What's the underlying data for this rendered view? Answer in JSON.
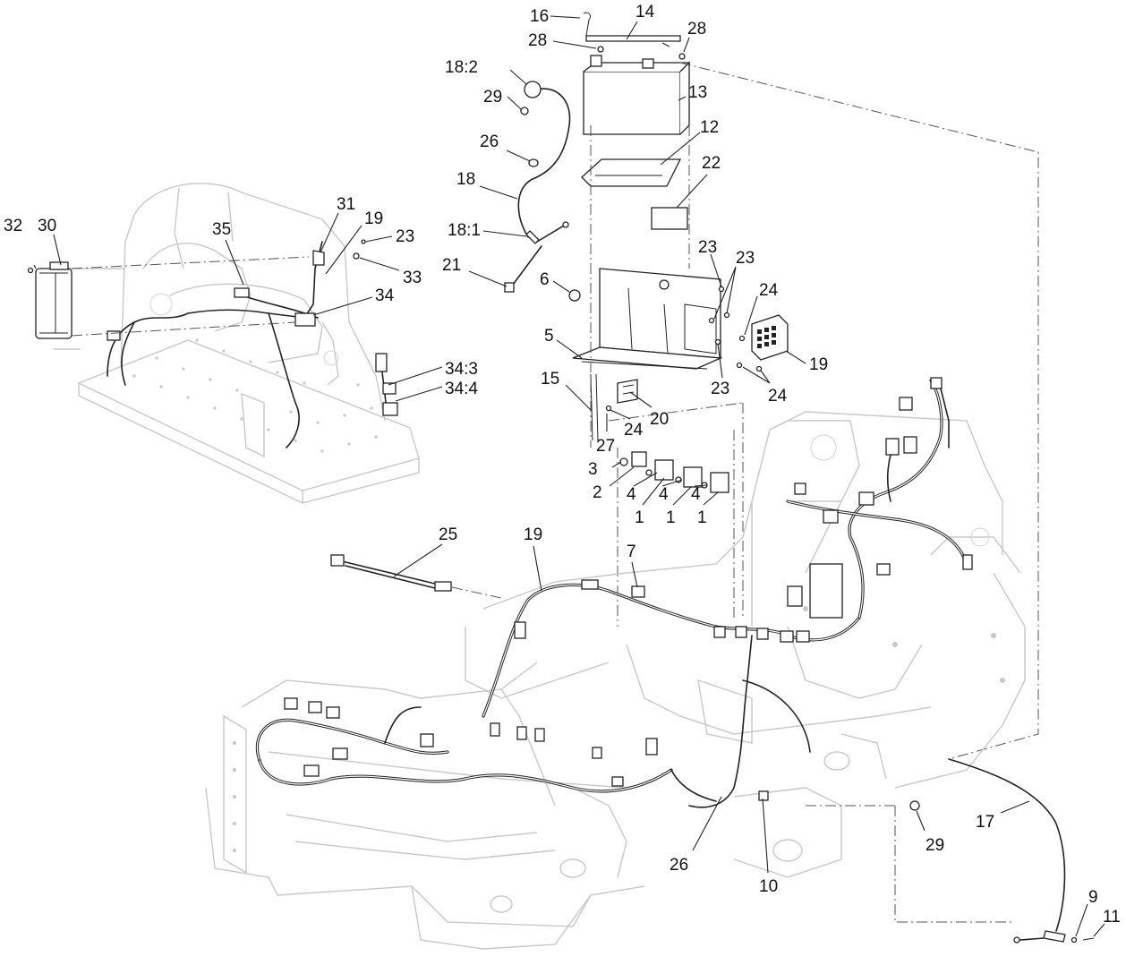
{
  "callouts": [
    {
      "id": "c16",
      "text": "16"
    },
    {
      "id": "c14",
      "text": "14"
    },
    {
      "id": "c28a",
      "text": "28"
    },
    {
      "id": "c28b",
      "text": "28"
    },
    {
      "id": "c18-2",
      "text": "18:2"
    },
    {
      "id": "c29a",
      "text": "29"
    },
    {
      "id": "c13",
      "text": "13"
    },
    {
      "id": "c12",
      "text": "12"
    },
    {
      "id": "c26a",
      "text": "26"
    },
    {
      "id": "c22",
      "text": "22"
    },
    {
      "id": "c18",
      "text": "18"
    },
    {
      "id": "c18-1",
      "text": "18:1"
    },
    {
      "id": "c21",
      "text": "21"
    },
    {
      "id": "c6",
      "text": "6"
    },
    {
      "id": "c23a",
      "text": "23"
    },
    {
      "id": "c23b",
      "text": "23"
    },
    {
      "id": "c24a",
      "text": "24"
    },
    {
      "id": "c5",
      "text": "5"
    },
    {
      "id": "c19a",
      "text": "19"
    },
    {
      "id": "c24b",
      "text": "24"
    },
    {
      "id": "c15",
      "text": "15"
    },
    {
      "id": "c23c",
      "text": "23"
    },
    {
      "id": "c20",
      "text": "20"
    },
    {
      "id": "c24c",
      "text": "24"
    },
    {
      "id": "c27",
      "text": "27"
    },
    {
      "id": "c3",
      "text": "3"
    },
    {
      "id": "c2",
      "text": "2"
    },
    {
      "id": "c4a",
      "text": "4"
    },
    {
      "id": "c4b",
      "text": "4"
    },
    {
      "id": "c4c",
      "text": "4"
    },
    {
      "id": "c1a",
      "text": "1"
    },
    {
      "id": "c1b",
      "text": "1"
    },
    {
      "id": "c1c",
      "text": "1"
    },
    {
      "id": "c32",
      "text": "32"
    },
    {
      "id": "c30",
      "text": "30"
    },
    {
      "id": "c31",
      "text": "31"
    },
    {
      "id": "c19b",
      "text": "19"
    },
    {
      "id": "c35",
      "text": "35"
    },
    {
      "id": "c23d",
      "text": "23"
    },
    {
      "id": "c33",
      "text": "33"
    },
    {
      "id": "c34",
      "text": "34"
    },
    {
      "id": "c34-3",
      "text": "34:3"
    },
    {
      "id": "c34-4",
      "text": "34:4"
    },
    {
      "id": "c25",
      "text": "25"
    },
    {
      "id": "c19c",
      "text": "19"
    },
    {
      "id": "c7",
      "text": "7"
    },
    {
      "id": "c17",
      "text": "17"
    },
    {
      "id": "c29b",
      "text": "29"
    },
    {
      "id": "c26b",
      "text": "26"
    },
    {
      "id": "c10",
      "text": "10"
    },
    {
      "id": "c9",
      "text": "9"
    },
    {
      "id": "c11",
      "text": "11"
    }
  ]
}
